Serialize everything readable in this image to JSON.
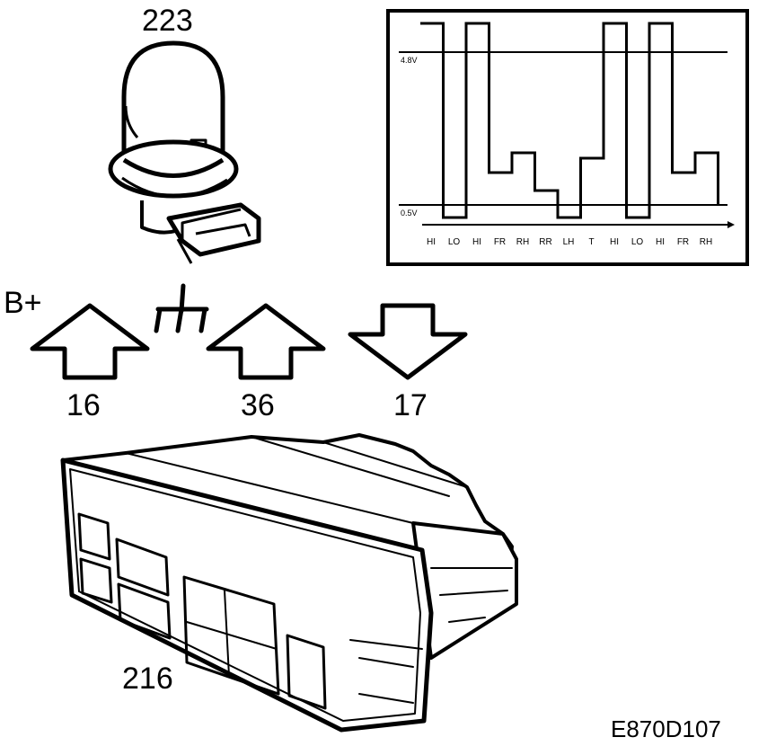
{
  "components": {
    "lamp": {
      "id": "223",
      "icon": "lamp-bulb-icon"
    },
    "control_panel": {
      "id": "216",
      "icon": "control-panel-icon"
    }
  },
  "signals": {
    "bplus": {
      "label": "B+",
      "pin": "16",
      "icon": "arrow-up-icon"
    },
    "ground": {
      "pin": "36",
      "icon": "ground-symbol-icon"
    },
    "output": {
      "pin": "17",
      "icon": "arrow-down-icon"
    }
  },
  "waveform": {
    "levels": [
      {
        "label": "4.8V",
        "value": 4.8
      },
      {
        "label": "0.5V",
        "value": 0.5
      }
    ],
    "sequence": [
      "HI",
      "LO",
      "HI",
      "FR",
      "RH",
      "RR",
      "LH",
      "T",
      "HI",
      "LO",
      "HI",
      "FR",
      "RH"
    ]
  },
  "figure_code": "E870D107"
}
